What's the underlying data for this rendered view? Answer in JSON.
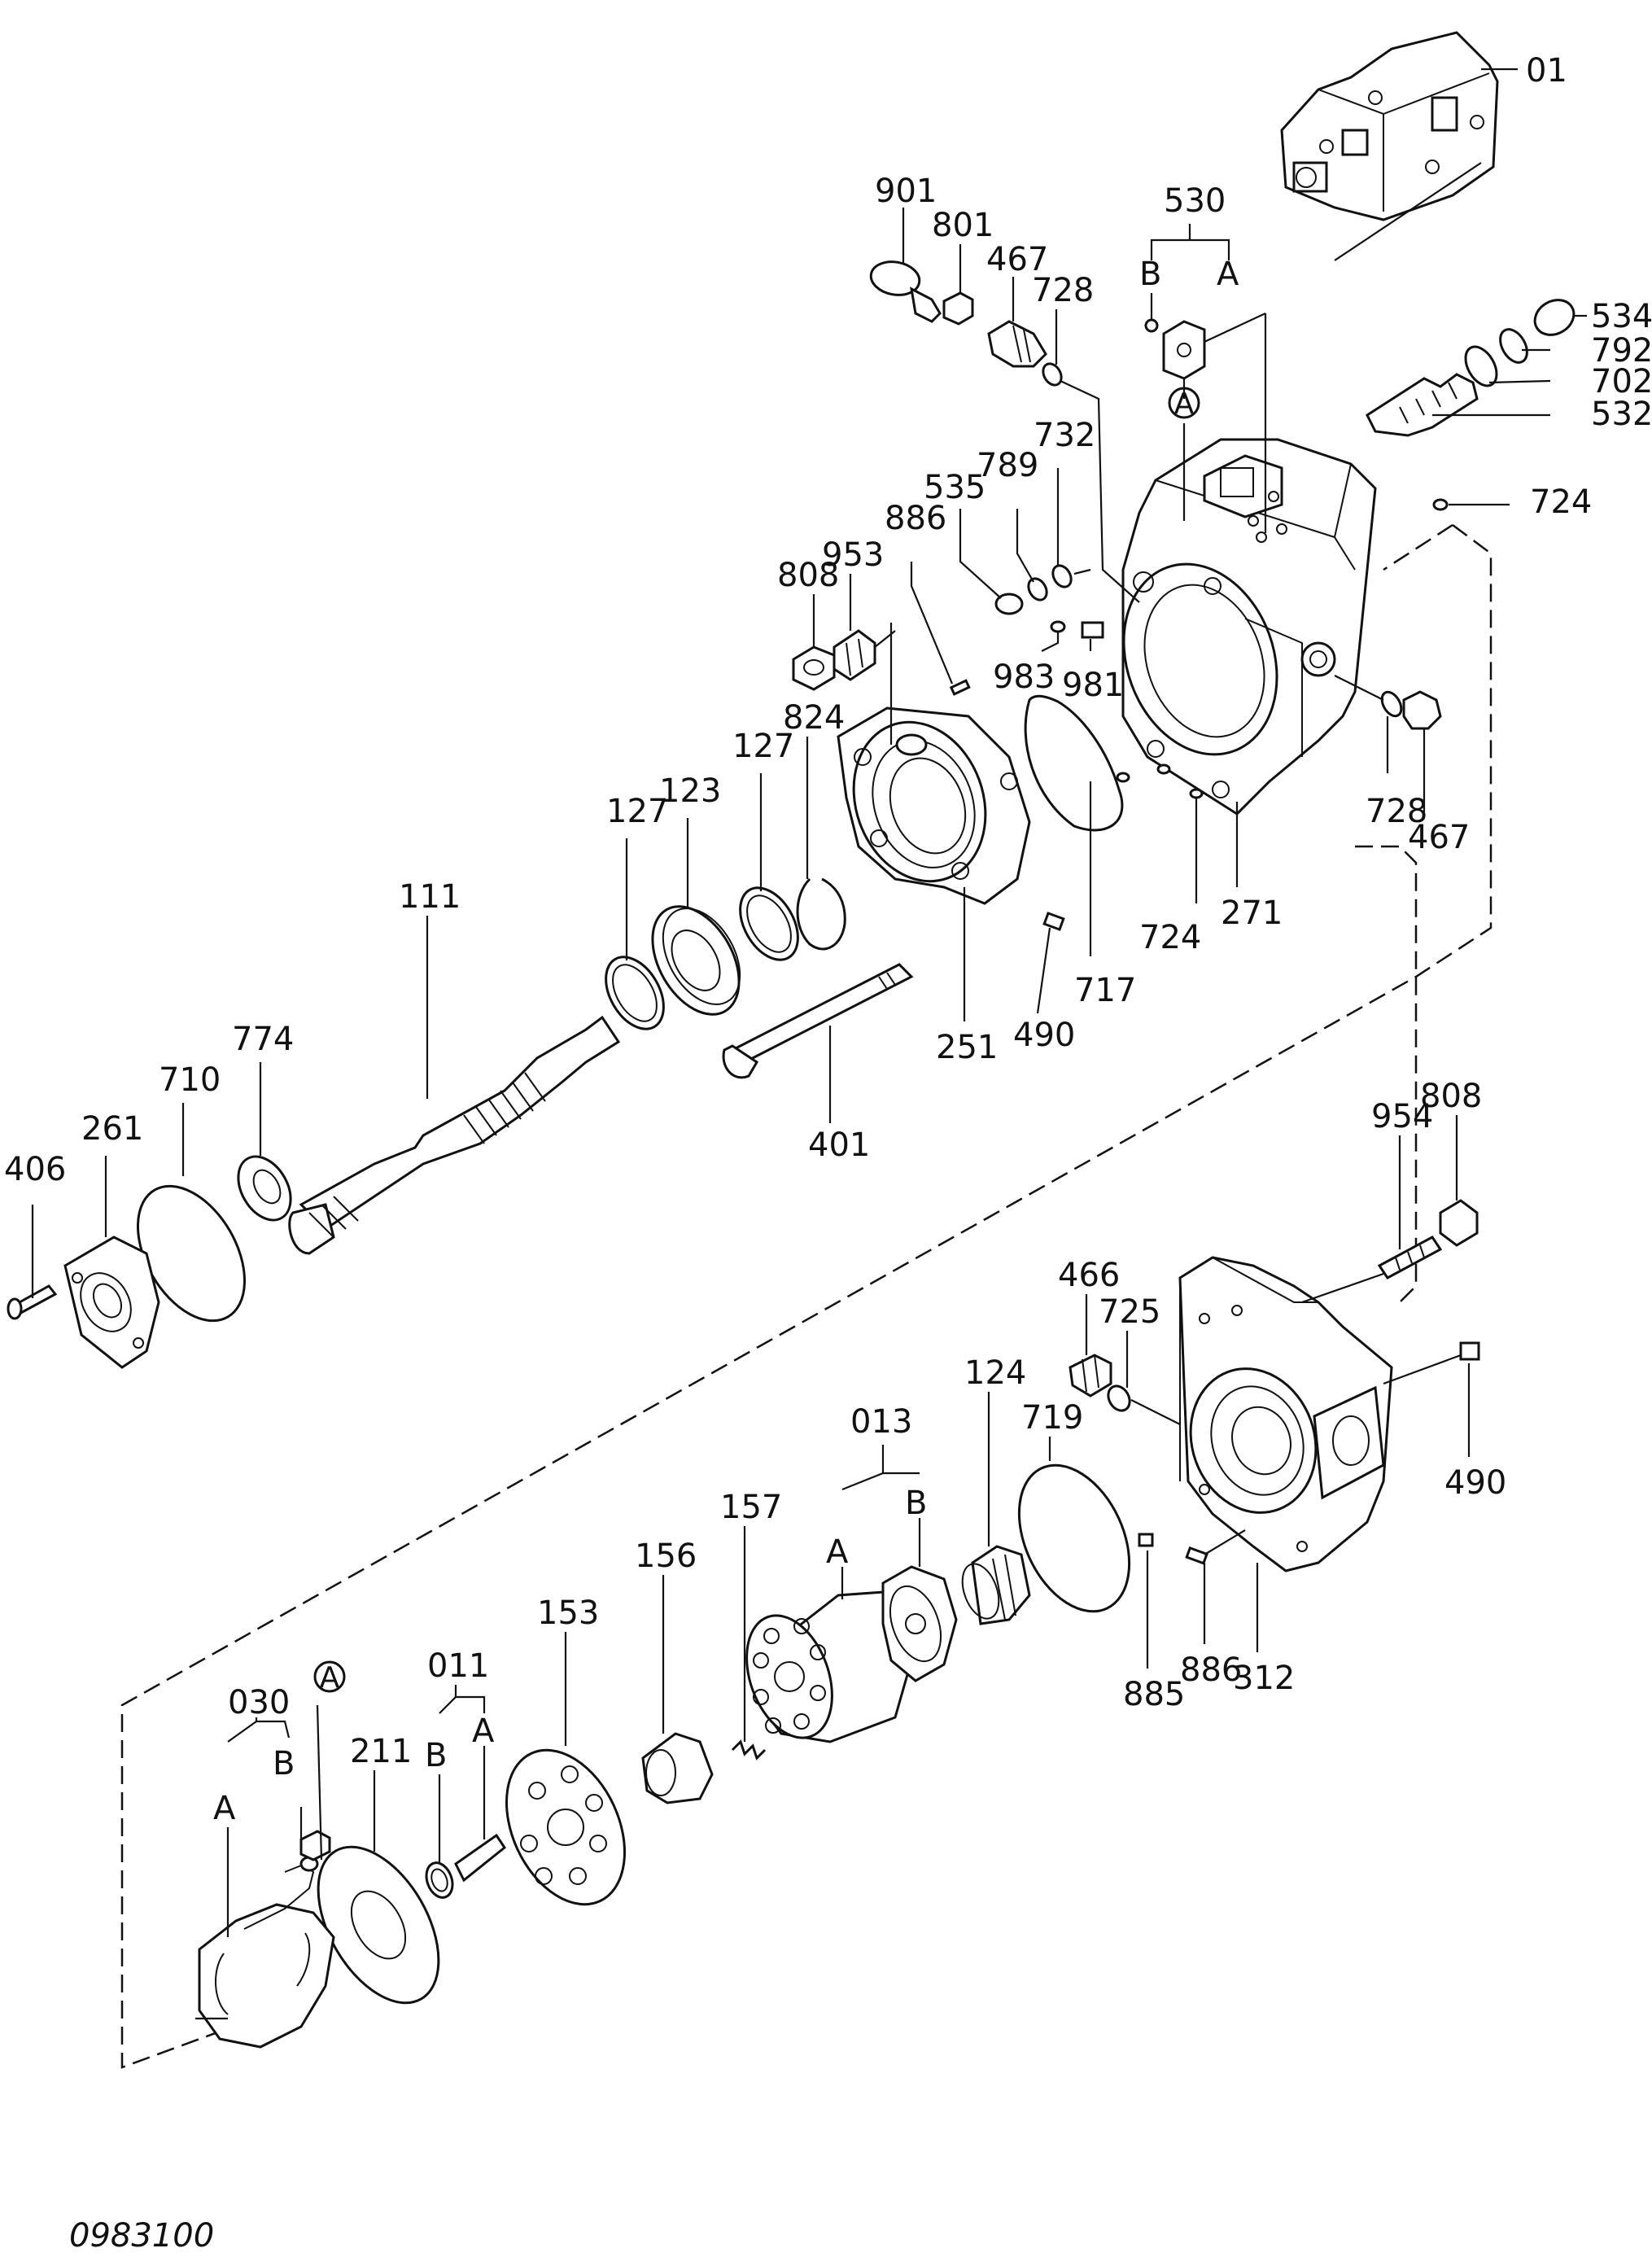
{
  "drawing_reference": "0983100",
  "callout_marker": "A",
  "part_labels": {
    "p01": "01",
    "p901": "901",
    "p801": "801",
    "p467a": "467",
    "p728a": "728",
    "p530": "530",
    "p530B": "B",
    "p530A": "A",
    "p534": "534",
    "p792": "792",
    "p702": "702",
    "p532": "532",
    "p724a": "724",
    "p732": "732",
    "p789": "789",
    "p535": "535",
    "p886a": "886",
    "p953": "953",
    "p808a": "808",
    "p983": "983",
    "p981": "981",
    "p824": "824",
    "p127a": "127",
    "p123": "123",
    "p127b": "127",
    "p728b": "728",
    "p467b": "467",
    "p111": "111",
    "p724b": "724",
    "p271": "271",
    "p490a": "490",
    "p717": "717",
    "p251": "251",
    "p401": "401",
    "p774": "774",
    "p710": "710",
    "p261": "261",
    "p406": "406",
    "p954": "954",
    "p808b": "808",
    "p466": "466",
    "p725": "725",
    "p124": "124",
    "p719": "719",
    "p013": "013",
    "p013A": "A",
    "p013B": "B",
    "p157": "157",
    "p156": "156",
    "p153": "153",
    "p490b": "490",
    "p011": "011",
    "p011B": "B",
    "p011A": "A",
    "p030": "030",
    "p030B": "B",
    "p030A": "A",
    "p211": "211",
    "p885": "885",
    "p886b": "886",
    "p312": "312"
  }
}
